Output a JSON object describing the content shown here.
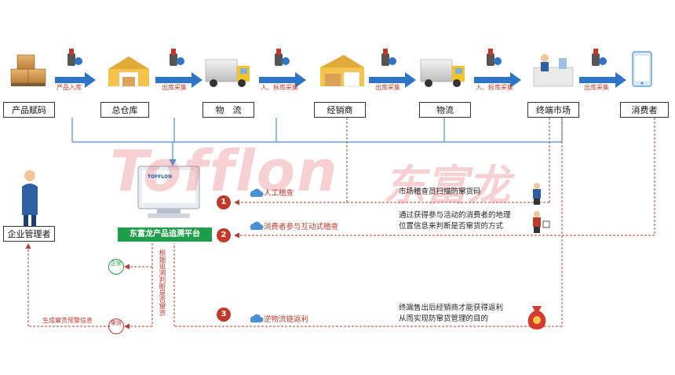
{
  "nodes": {
    "product_coding": "产品赋码",
    "main_warehouse": "总仓库",
    "logistics1": "物　流",
    "distributor": "经销商",
    "logistics2": "物流",
    "terminal_market": "终端市场",
    "consumer": "消费者",
    "enterprise_manager": "企业管理者"
  },
  "scan_labels": {
    "s1": "产品入库",
    "s2": "出库采集",
    "s3": "入、拆库采集",
    "s4": "出库采集",
    "s5": "入、拆库采集",
    "s6": "出库采集"
  },
  "platform": {
    "label": "东富龙产品追溯平台",
    "screen_logo": "TOFFLON"
  },
  "steps": [
    {
      "num": "1",
      "title": "人工稽查",
      "desc": "市场稽查员扫描防窜货码"
    },
    {
      "num": "2",
      "title": "消费者参与互动式稽查",
      "desc_line1": "通过获得参与活动的消费者的地理",
      "desc_line2": "位置信息来判断是否窜货的方式"
    },
    {
      "num": "3",
      "title": "逆物流链返利",
      "desc_line1": "终端售出后经销商才能获得返利",
      "desc_line2": "从而实现防窜货管理的目的"
    }
  ],
  "judgement": {
    "vertical_text": "根据追溯判断是否窜货",
    "normal_stamp": "正常",
    "diverted_stamp": "窜货",
    "warning_text": "生成窜货预警信息"
  },
  "watermark": {
    "latin": "Tofflon",
    "chinese": "东富龙"
  },
  "colors": {
    "arrow_blue": "#2e75c6",
    "line_blue": "#4a8fd4",
    "alert_red": "#c0392b",
    "platform_green": "#1e9e4a"
  }
}
